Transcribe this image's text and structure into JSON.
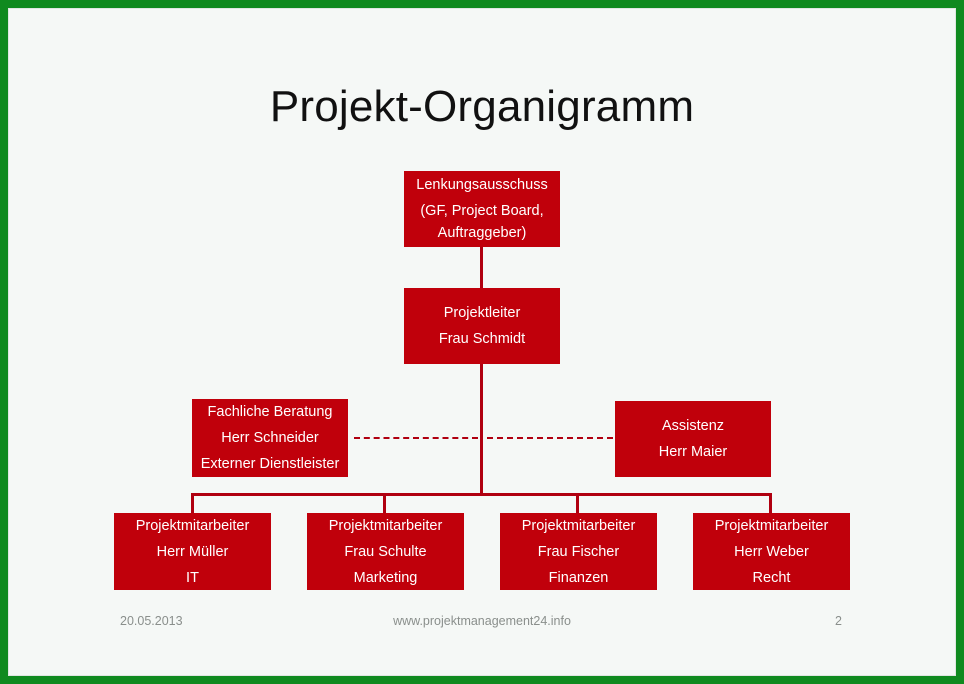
{
  "title": "Projekt-Organigramm",
  "nodes": {
    "lenkung": [
      "Lenkungsausschuss",
      "(GF, Project Board,",
      "Auftraggeber)"
    ],
    "leiter": [
      "Projektleiter",
      "Frau Schmidt"
    ],
    "beratung": [
      "Fachliche Beratung",
      "Herr Schneider",
      "Externer Dienstleister"
    ],
    "assistenz": [
      "Assistenz",
      "Herr Maier"
    ],
    "mitarbeiter": [
      [
        "Projektmitarbeiter",
        "Herr Müller",
        "IT"
      ],
      [
        "Projektmitarbeiter",
        "Frau Schulte",
        "Marketing"
      ],
      [
        "Projektmitarbeiter",
        "Frau Fischer",
        "Finanzen"
      ],
      [
        "Projektmitarbeiter",
        "Herr Weber",
        "Recht"
      ]
    ]
  },
  "footer": {
    "date": "20.05.2013",
    "url": "www.projektmanagement24.info",
    "page": "2"
  },
  "colors": {
    "box": "#c0000b",
    "frame": "#0f8a1f",
    "connector": "#b00010"
  }
}
